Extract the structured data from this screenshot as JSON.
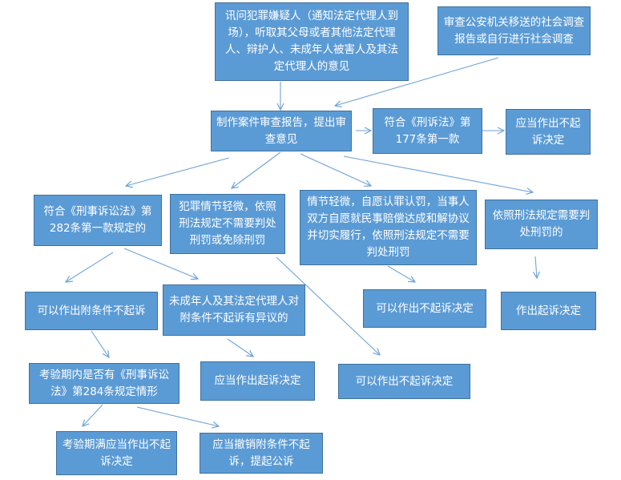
{
  "nodes": {
    "interrogate": "讯问犯罪嫌疑人（通知法定代理人到场），听取其父母或者其他法定代理人、辩护人、未成年人被害人及其法定代理人的意见",
    "social_survey": "审查公安机关移送的社会调查报告或自行进行社会调查",
    "review_report": "制作案件审查报告，提出审查意见",
    "art177": "符合《刑诉法》第177条第一款",
    "should_not_prosecute_1": "应当作出不起诉决定",
    "art282": "符合《刑事诉讼法》第282条第一款规定的",
    "minor_crime": "犯罪情节轻微，依照刑法规定不需要判处刑罚或免除刑罚",
    "reconciliation": "情节轻微，自愿认罪认罚，当事人双方自愿就民事赔偿达成和解协议并切实履行，依照刑法规定不需要判处刑罚",
    "need_punishment": "依照刑法规定需要判处刑罚的",
    "conditional_nonpros": "可以作出附条件不起诉",
    "objection": "未成年人及其法定代理人对附条件不起诉有异议的",
    "may_not_prosecute_1": "可以作出不起诉决定",
    "prosecute": "作出起诉决定",
    "probation_check": "考验期内是否有《刑事诉讼法》第284条规定情形",
    "should_prosecute": "应当作出起诉决定",
    "may_not_prosecute_2": "可以作出不起诉决定",
    "probation_end": "考验期满应当作出不起诉决定",
    "revoke": "应当撤销附条件不起诉，提起公诉"
  },
  "colors": {
    "fill": "#5b9bd5",
    "border": "#41719c",
    "arrow": "#6fa3d8"
  }
}
